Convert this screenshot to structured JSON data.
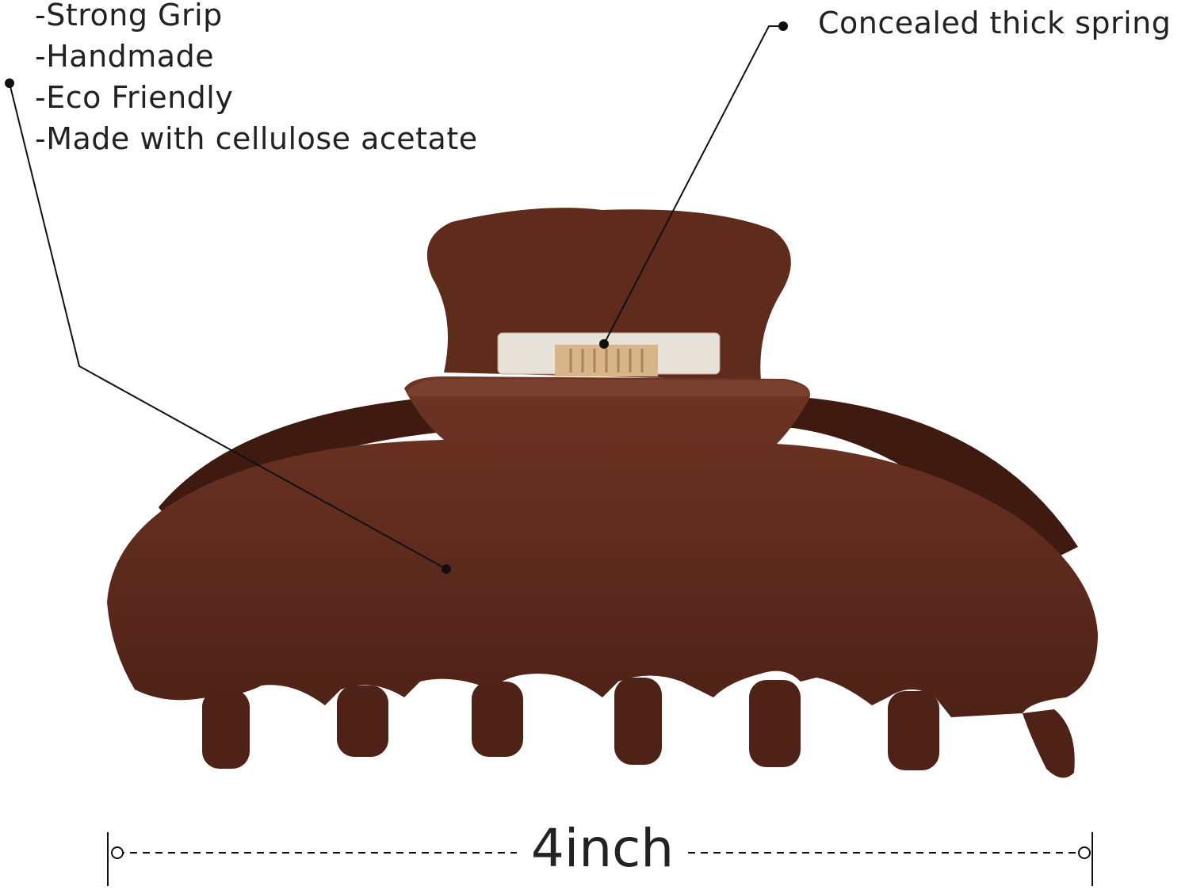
{
  "features": [
    "-Strong Grip",
    "-Handmade",
    "-Eco Friendly",
    "-Made with cellulose acetate"
  ],
  "callout_spring": "Concealed thick spring",
  "dimension_label": "4inch",
  "colors": {
    "clip": "#5b2a1b",
    "clip_highlight": "#7a4030",
    "spring": "#d8b48a",
    "line": "#111111"
  }
}
